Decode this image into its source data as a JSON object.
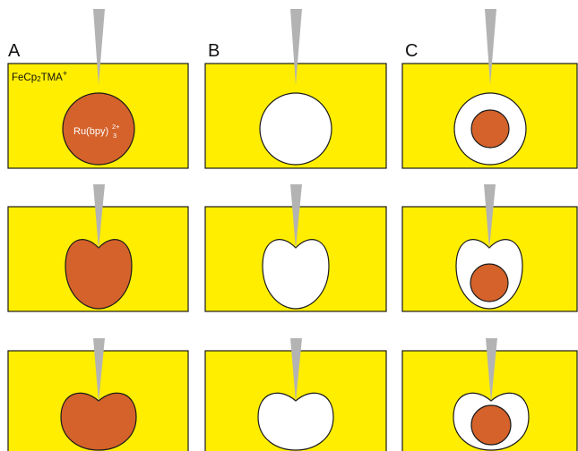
{
  "columns": [
    {
      "label": "A"
    },
    {
      "label": "B"
    },
    {
      "label": "C"
    }
  ],
  "labels": {
    "medium_base": "FeCp",
    "medium_sub": "2",
    "medium_tail": "TMA",
    "medium_sup": "+",
    "droplet_base": "Ru(bpy)",
    "droplet_sup": "2+",
    "droplet_sub": "3"
  },
  "colors": {
    "medium": "#ffee00",
    "droplet": "#d4622a",
    "depleted": "#ffffff",
    "tip": "#b3b3b3",
    "outline": "#1a1a1a",
    "text": "#111111",
    "droplet_text": "#ffffff"
  }
}
